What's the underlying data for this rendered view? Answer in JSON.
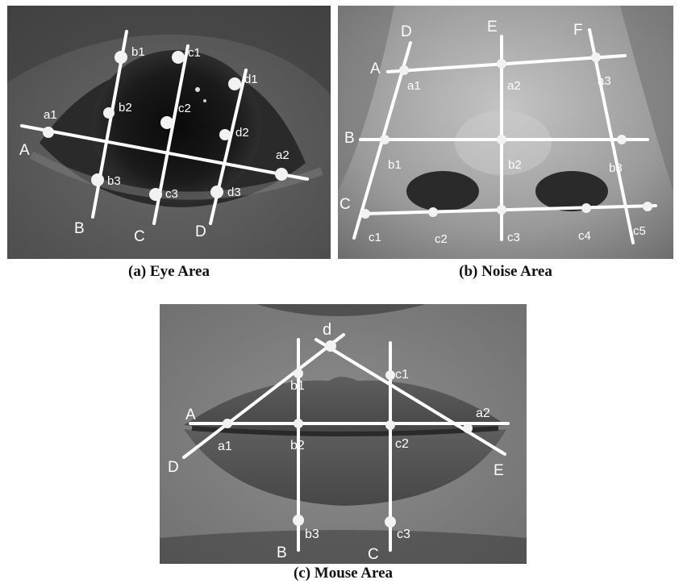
{
  "panels": {
    "eye": {
      "caption": "(a) Eye Area",
      "line_labels": [
        "A",
        "B",
        "C",
        "D"
      ],
      "point_labels": [
        "a1",
        "a2",
        "b1",
        "b2",
        "b3",
        "c1",
        "c2",
        "c3",
        "d1",
        "d2",
        "d3"
      ]
    },
    "nose": {
      "caption": "(b) Noise Area",
      "line_labels": [
        "A",
        "B",
        "C",
        "D",
        "E",
        "F"
      ],
      "point_labels": [
        "a1",
        "a2",
        "a3",
        "b1",
        "b2",
        "b3",
        "c1",
        "c2",
        "c3",
        "c4",
        "c5"
      ]
    },
    "mouth": {
      "caption": "(c) Mouse Area",
      "line_labels": [
        "A",
        "B",
        "C",
        "D",
        "E"
      ],
      "point_labels": [
        "d",
        "a1",
        "a2",
        "b1",
        "b2",
        "b3",
        "c1",
        "c2",
        "c3"
      ]
    }
  }
}
